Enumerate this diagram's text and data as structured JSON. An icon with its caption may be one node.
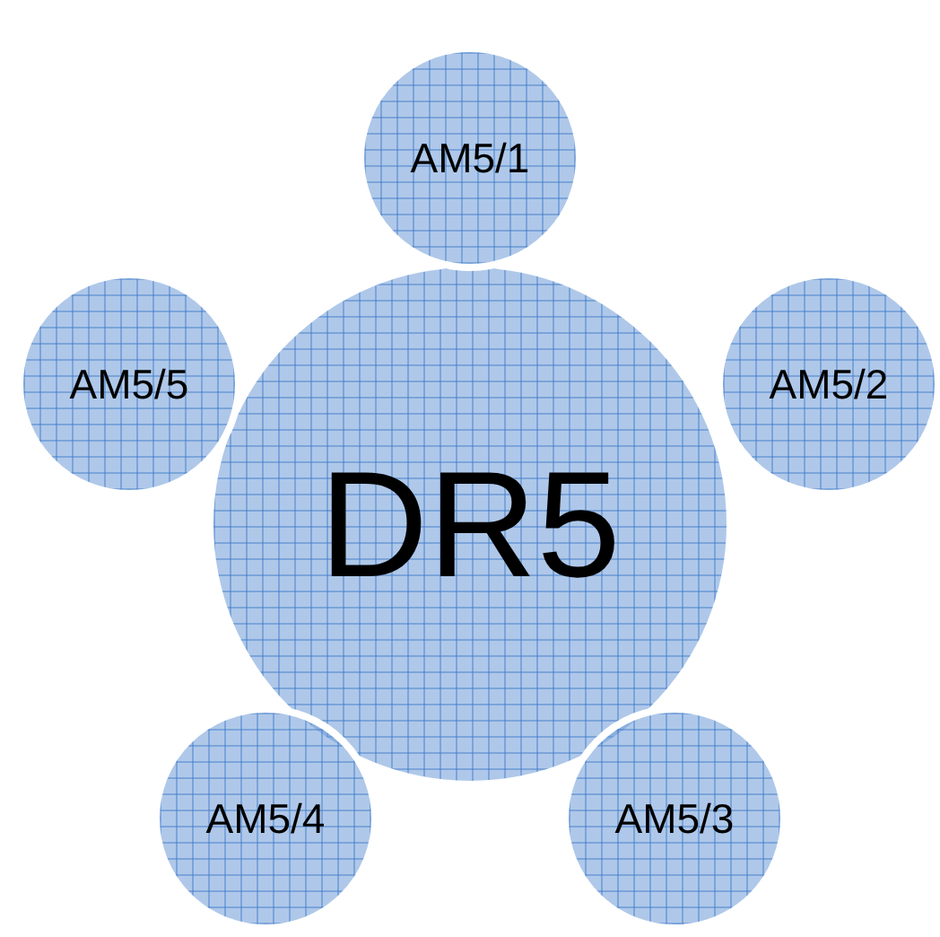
{
  "diagram": {
    "nodes": [
      {
        "text": [
          "DR5"
        ]
      },
      {
        "text": [
          "AM5/1"
        ]
      },
      {
        "text": [
          "AM5/2"
        ]
      },
      {
        "text": [
          "AM5/3"
        ]
      },
      {
        "text": [
          "AM5/4"
        ]
      },
      {
        "text": [
          "AM5/5"
        ]
      }
    ]
  }
}
